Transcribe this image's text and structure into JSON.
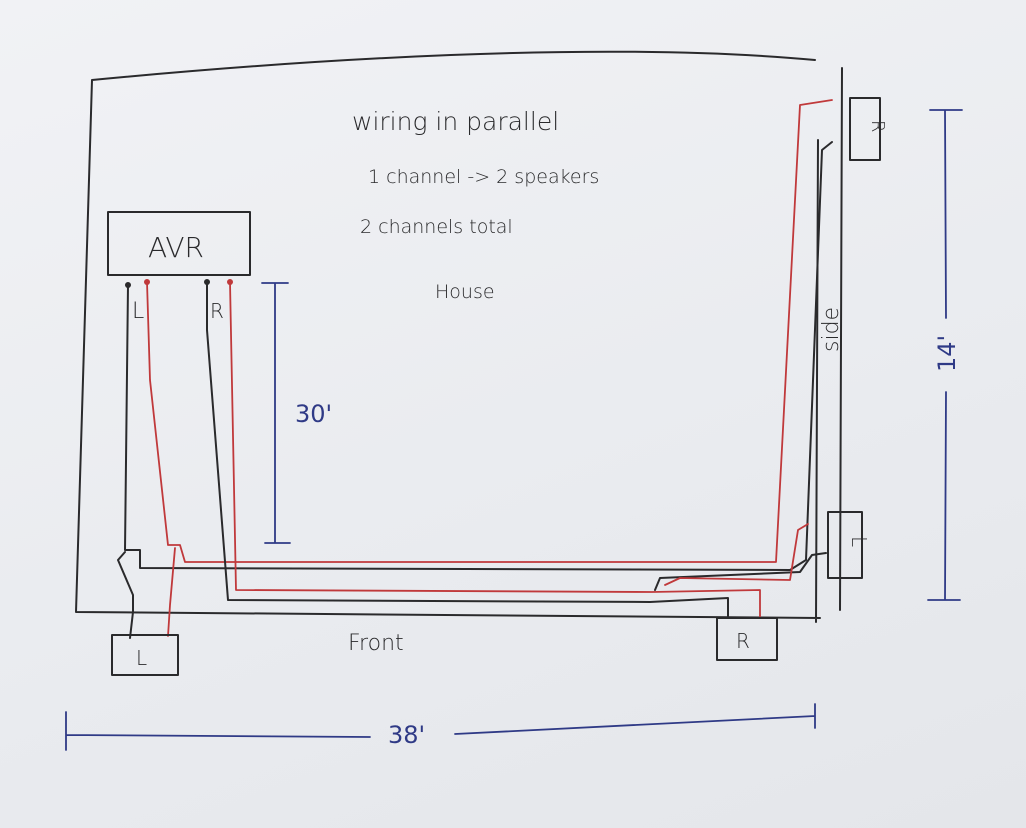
{
  "notes": {
    "line1": "wiring in parallel",
    "line2": "1 channel -> 2 speakers",
    "line3": "2 channels total",
    "house": "House"
  },
  "avr": {
    "label": "AVR",
    "left_terminal": "L",
    "right_terminal": "R"
  },
  "speakers": {
    "front_left": "L",
    "front_right": "R",
    "side_left": "L",
    "side_right": "R"
  },
  "walls": {
    "front": "Front",
    "side": "side"
  },
  "dimensions": {
    "front_length": "38'",
    "side_length": "14'",
    "run_length": "30'"
  },
  "colors": {
    "ink": "#2a2a2c",
    "positive_wire": "#c0393b",
    "dimension": "#2f3a86"
  }
}
